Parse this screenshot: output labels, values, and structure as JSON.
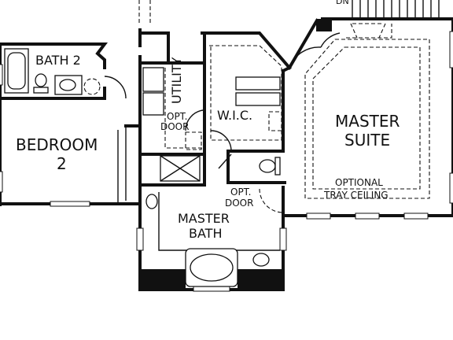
{
  "rooms": {
    "bath2": "BATH 2",
    "bedroom2_line1": "BEDROOM",
    "bedroom2_line2": "2",
    "utility": "UTILITY",
    "opt_door_left_line1": "OPT.",
    "opt_door_left_line2": "DOOR",
    "wic": "W.I.C.",
    "master_suite_line1": "MASTER",
    "master_suite_line2": "SUITE",
    "optional_line1": "OPTIONAL",
    "tray_ceiling": "TRAY CEILING",
    "opt_door_right_line1": "OPT.",
    "opt_door_right_line2": "DOOR",
    "master_bath_line1": "MASTER",
    "master_bath_line2": "BATH",
    "top_partial": "DN"
  },
  "colors": {
    "wall": "#111111",
    "background": "#ffffff"
  }
}
